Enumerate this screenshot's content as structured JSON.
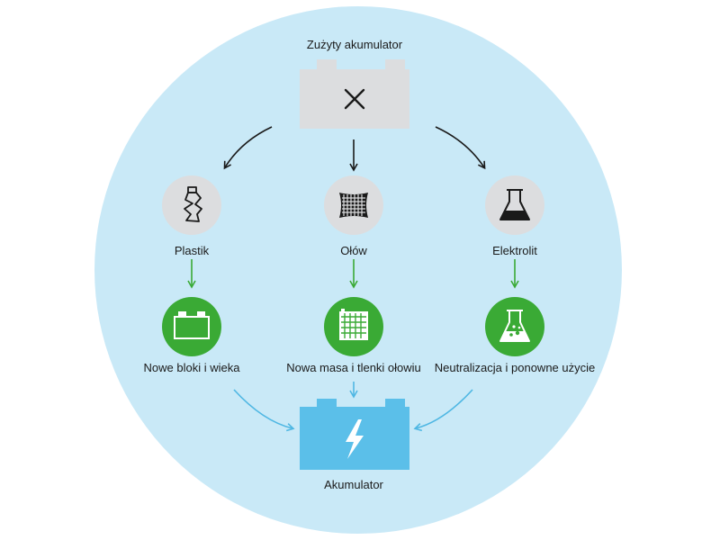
{
  "diagram": {
    "title": "Zużyty akumulator",
    "materials": [
      {
        "label": "Plastik",
        "icon": "crushed-bottle-icon"
      },
      {
        "label": "Ołów",
        "icon": "lead-grid-icon"
      },
      {
        "label": "Elektrolit",
        "icon": "flask-icon"
      }
    ],
    "products": [
      {
        "label": "Nowe bloki i wieka",
        "icon": "battery-case-icon"
      },
      {
        "label": "Nowa masa i tlenki ołowiu",
        "icon": "battery-plate-icon"
      },
      {
        "label": "Neutralizacja i ponowne użycie",
        "icon": "neutralize-flask-icon"
      }
    ],
    "result": {
      "label": "Akumulator",
      "icon": "lightning-bolt-icon"
    },
    "colors": {
      "background_circle": "#c9e9f7",
      "grey_node": "#dcdddf",
      "green_node": "#3aaa35",
      "result_battery": "#5bbfe9",
      "green_arrow": "#3aaa35",
      "blue_arrow": "#4fb7e3",
      "black_arrow": "#1a1a1a"
    }
  }
}
